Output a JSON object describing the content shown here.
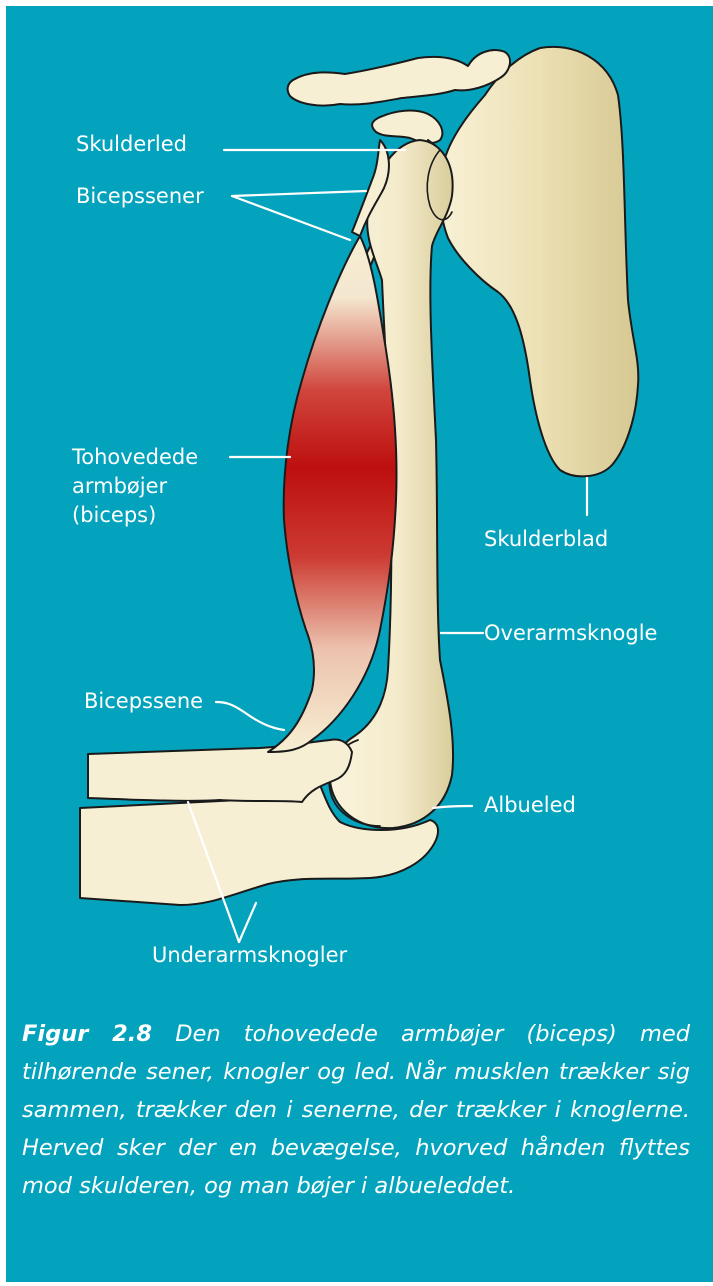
{
  "labels": {
    "skulderled": "Skulderled",
    "bicepssener": "Bicepssener",
    "tohovedede_l1": "Tohovedede",
    "tohovedede_l2": "armbøjer",
    "tohovedede_l3": "(biceps)",
    "skulderblad": "Skulderblad",
    "overarmsknogle": "Overarmsknogle",
    "bicepssene": "Bicepssene",
    "albueled": "Albueled",
    "underarmsknogler": "Underarmsknogler"
  },
  "caption": {
    "figure_number": "Figur 2.8",
    "text": "Den tohovedede armbøjer (biceps) med tilhørende sener, knogler og led. Når musklen trækker sig sammen, trækker den i senerne, der trækker i knoglerne. Herved sker der en bevægelse, hvorved hånden flyttes mod skulderen, og man bøjer i albueleddet."
  },
  "colors": {
    "background": "#04a3bd",
    "bone": "#f7efd3",
    "bone_shade": "#ddd2a4",
    "muscle": "#c11515",
    "label_text": "#ffffff"
  }
}
